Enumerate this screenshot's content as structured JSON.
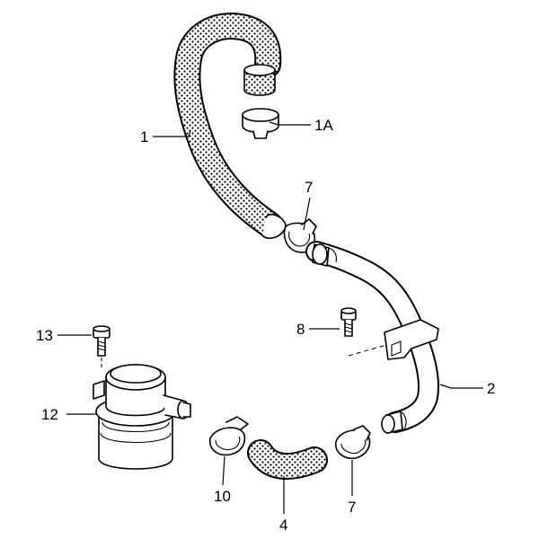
{
  "diagram": {
    "callouts": [
      {
        "id": "1",
        "text": "1"
      },
      {
        "id": "1A",
        "text": "1A"
      },
      {
        "id": "7a",
        "text": "7"
      },
      {
        "id": "8",
        "text": "8"
      },
      {
        "id": "2",
        "text": "2"
      },
      {
        "id": "13",
        "text": "13"
      },
      {
        "id": "12",
        "text": "12"
      },
      {
        "id": "10",
        "text": "10"
      },
      {
        "id": "4",
        "text": "4"
      },
      {
        "id": "7b",
        "text": "7"
      }
    ],
    "colors": {
      "ink": "#000000",
      "paper": "#ffffff",
      "stipple": "#000000"
    }
  }
}
